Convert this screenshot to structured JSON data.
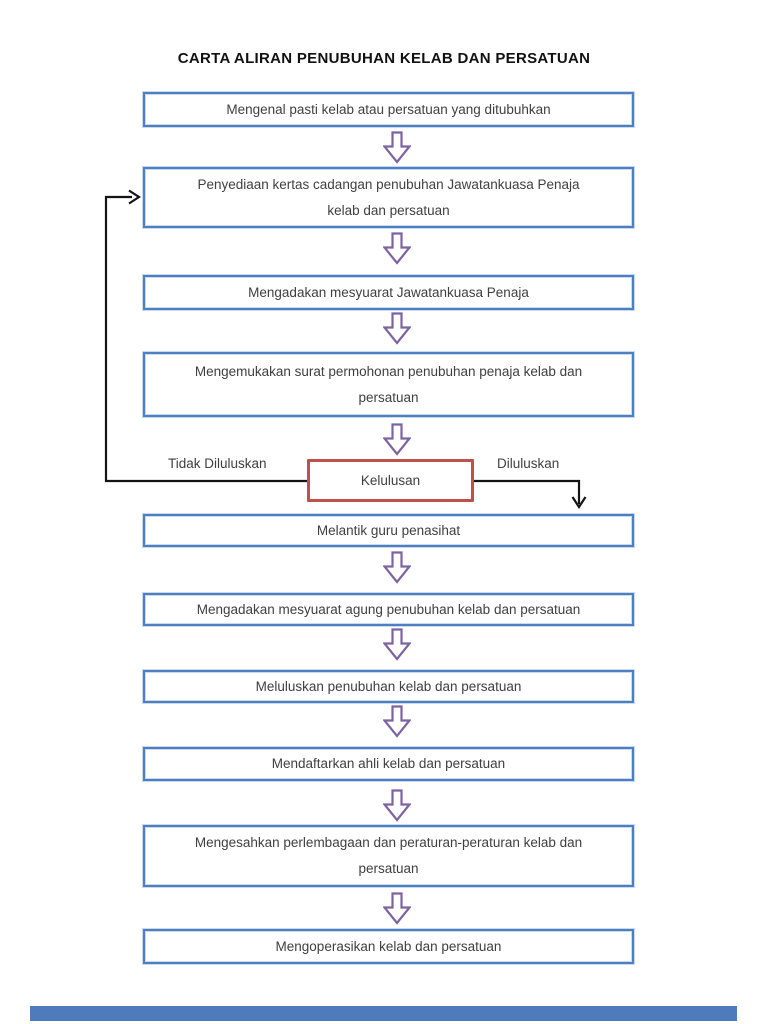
{
  "page": {
    "title": "CARTA ALIRAN PENUBUHAN KELAB DAN PERSATUAN"
  },
  "flow": {
    "steps": [
      {
        "label": "Mengenal pasti kelab atau persatuan yang ditubuhkan"
      },
      {
        "label": "Penyediaan kertas cadangan penubuhan Jawatankuasa Penaja\nkelab dan persatuan"
      },
      {
        "label": "Mengadakan mesyuarat Jawatankuasa Penaja"
      },
      {
        "label": "Mengemukakan surat permohonan penubuhan penaja kelab dan\npersatuan"
      },
      {
        "label": "Melantik guru penasihat"
      },
      {
        "label": "Mengadakan mesyuarat agung penubuhan kelab dan persatuan"
      },
      {
        "label": "Meluluskan penubuhan kelab dan persatuan"
      },
      {
        "label": "Mendaftarkan ahli kelab dan persatuan"
      },
      {
        "label": "Mengesahkan perlembagaan dan peraturan-peraturan kelab dan\npersatuan"
      },
      {
        "label": "Mengoperasikan kelab dan persatuan"
      }
    ],
    "decision": {
      "label": "Kelulusan",
      "rejected_label": "Tidak Diluluskan",
      "approved_label": "Diluluskan"
    }
  },
  "colors": {
    "box_border": "#4d7fc1",
    "decision_border": "#c0504d",
    "block_arrow": "#7e63a3",
    "connector_line": "#141414",
    "footer_bar": "#4d7bbb",
    "text": "#3f3f3f"
  }
}
